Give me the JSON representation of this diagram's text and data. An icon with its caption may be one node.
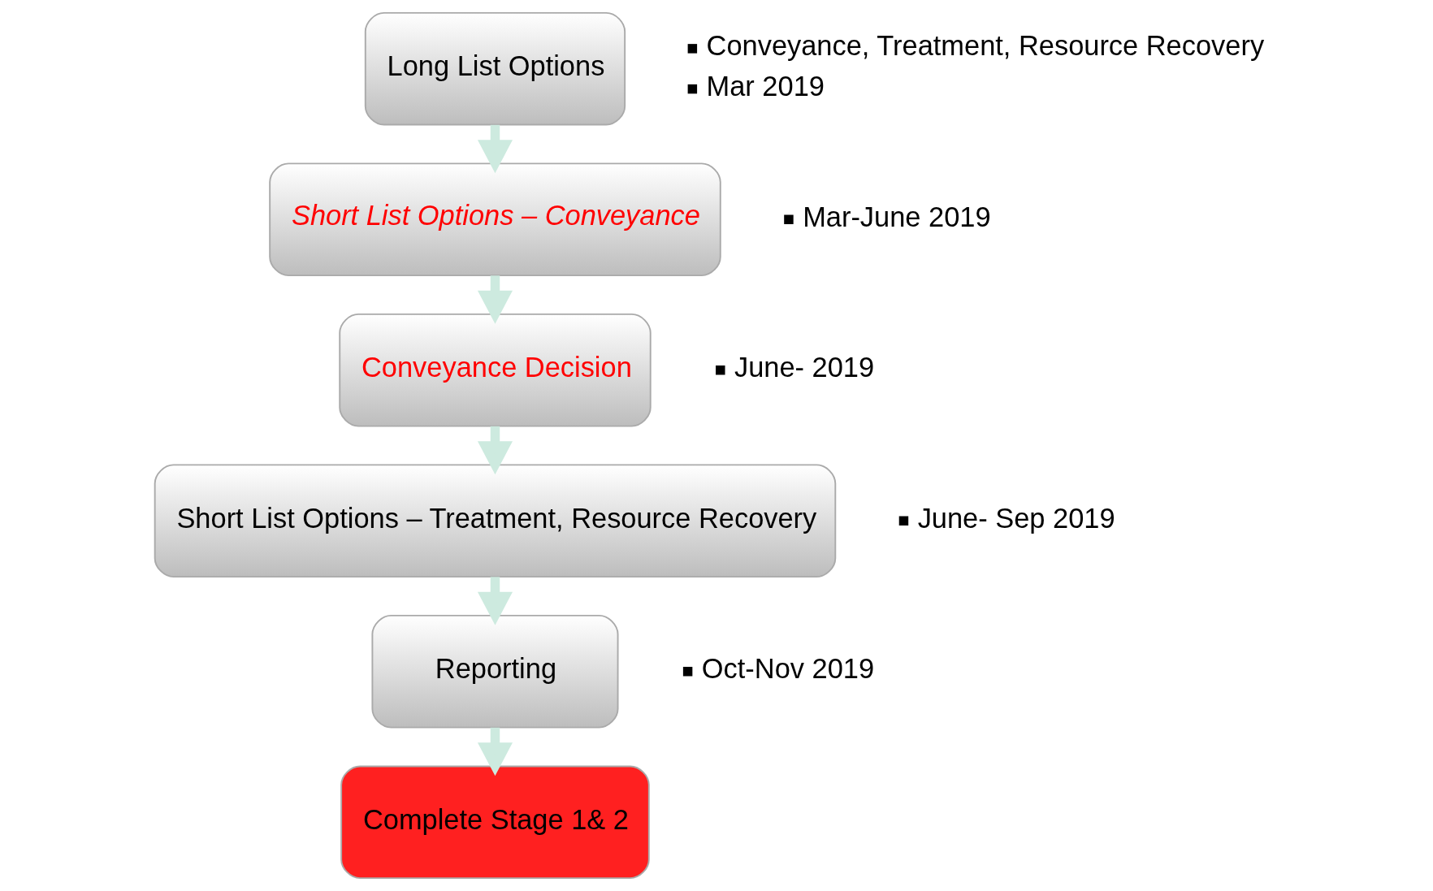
{
  "diagram": {
    "nodes": [
      {
        "text": [
          "Long List Options"
        ],
        "beside": [
          "Conveyance, Treatment, Resource Recovery",
          "Mar 2019"
        ]
      },
      {
        "text": [
          "Short List Options – Conveyance"
        ],
        "beside": [
          "Mar-June 2019"
        ]
      },
      {
        "text": [
          "Conveyance Decision"
        ],
        "beside": [
          "June- 2019"
        ]
      },
      {
        "text": [
          "Short List Options – Treatment, Resource Recovery"
        ],
        "beside": [
          "June- Sep 2019"
        ]
      },
      {
        "text": [
          "Reporting"
        ],
        "beside": [
          "Oct-Nov 2019"
        ]
      },
      {
        "text": [
          "Complete Stage 1& 2"
        ]
      }
    ],
    "edges": [
      {
        "from": 0,
        "to": 1,
        "arrow": "to"
      },
      {
        "from": 1,
        "to": 2,
        "arrow": "to"
      },
      {
        "from": 2,
        "to": 3,
        "arrow": "to"
      },
      {
        "from": 3,
        "to": 4,
        "arrow": "to"
      },
      {
        "from": 4,
        "to": 5,
        "arrow": "to"
      }
    ]
  }
}
